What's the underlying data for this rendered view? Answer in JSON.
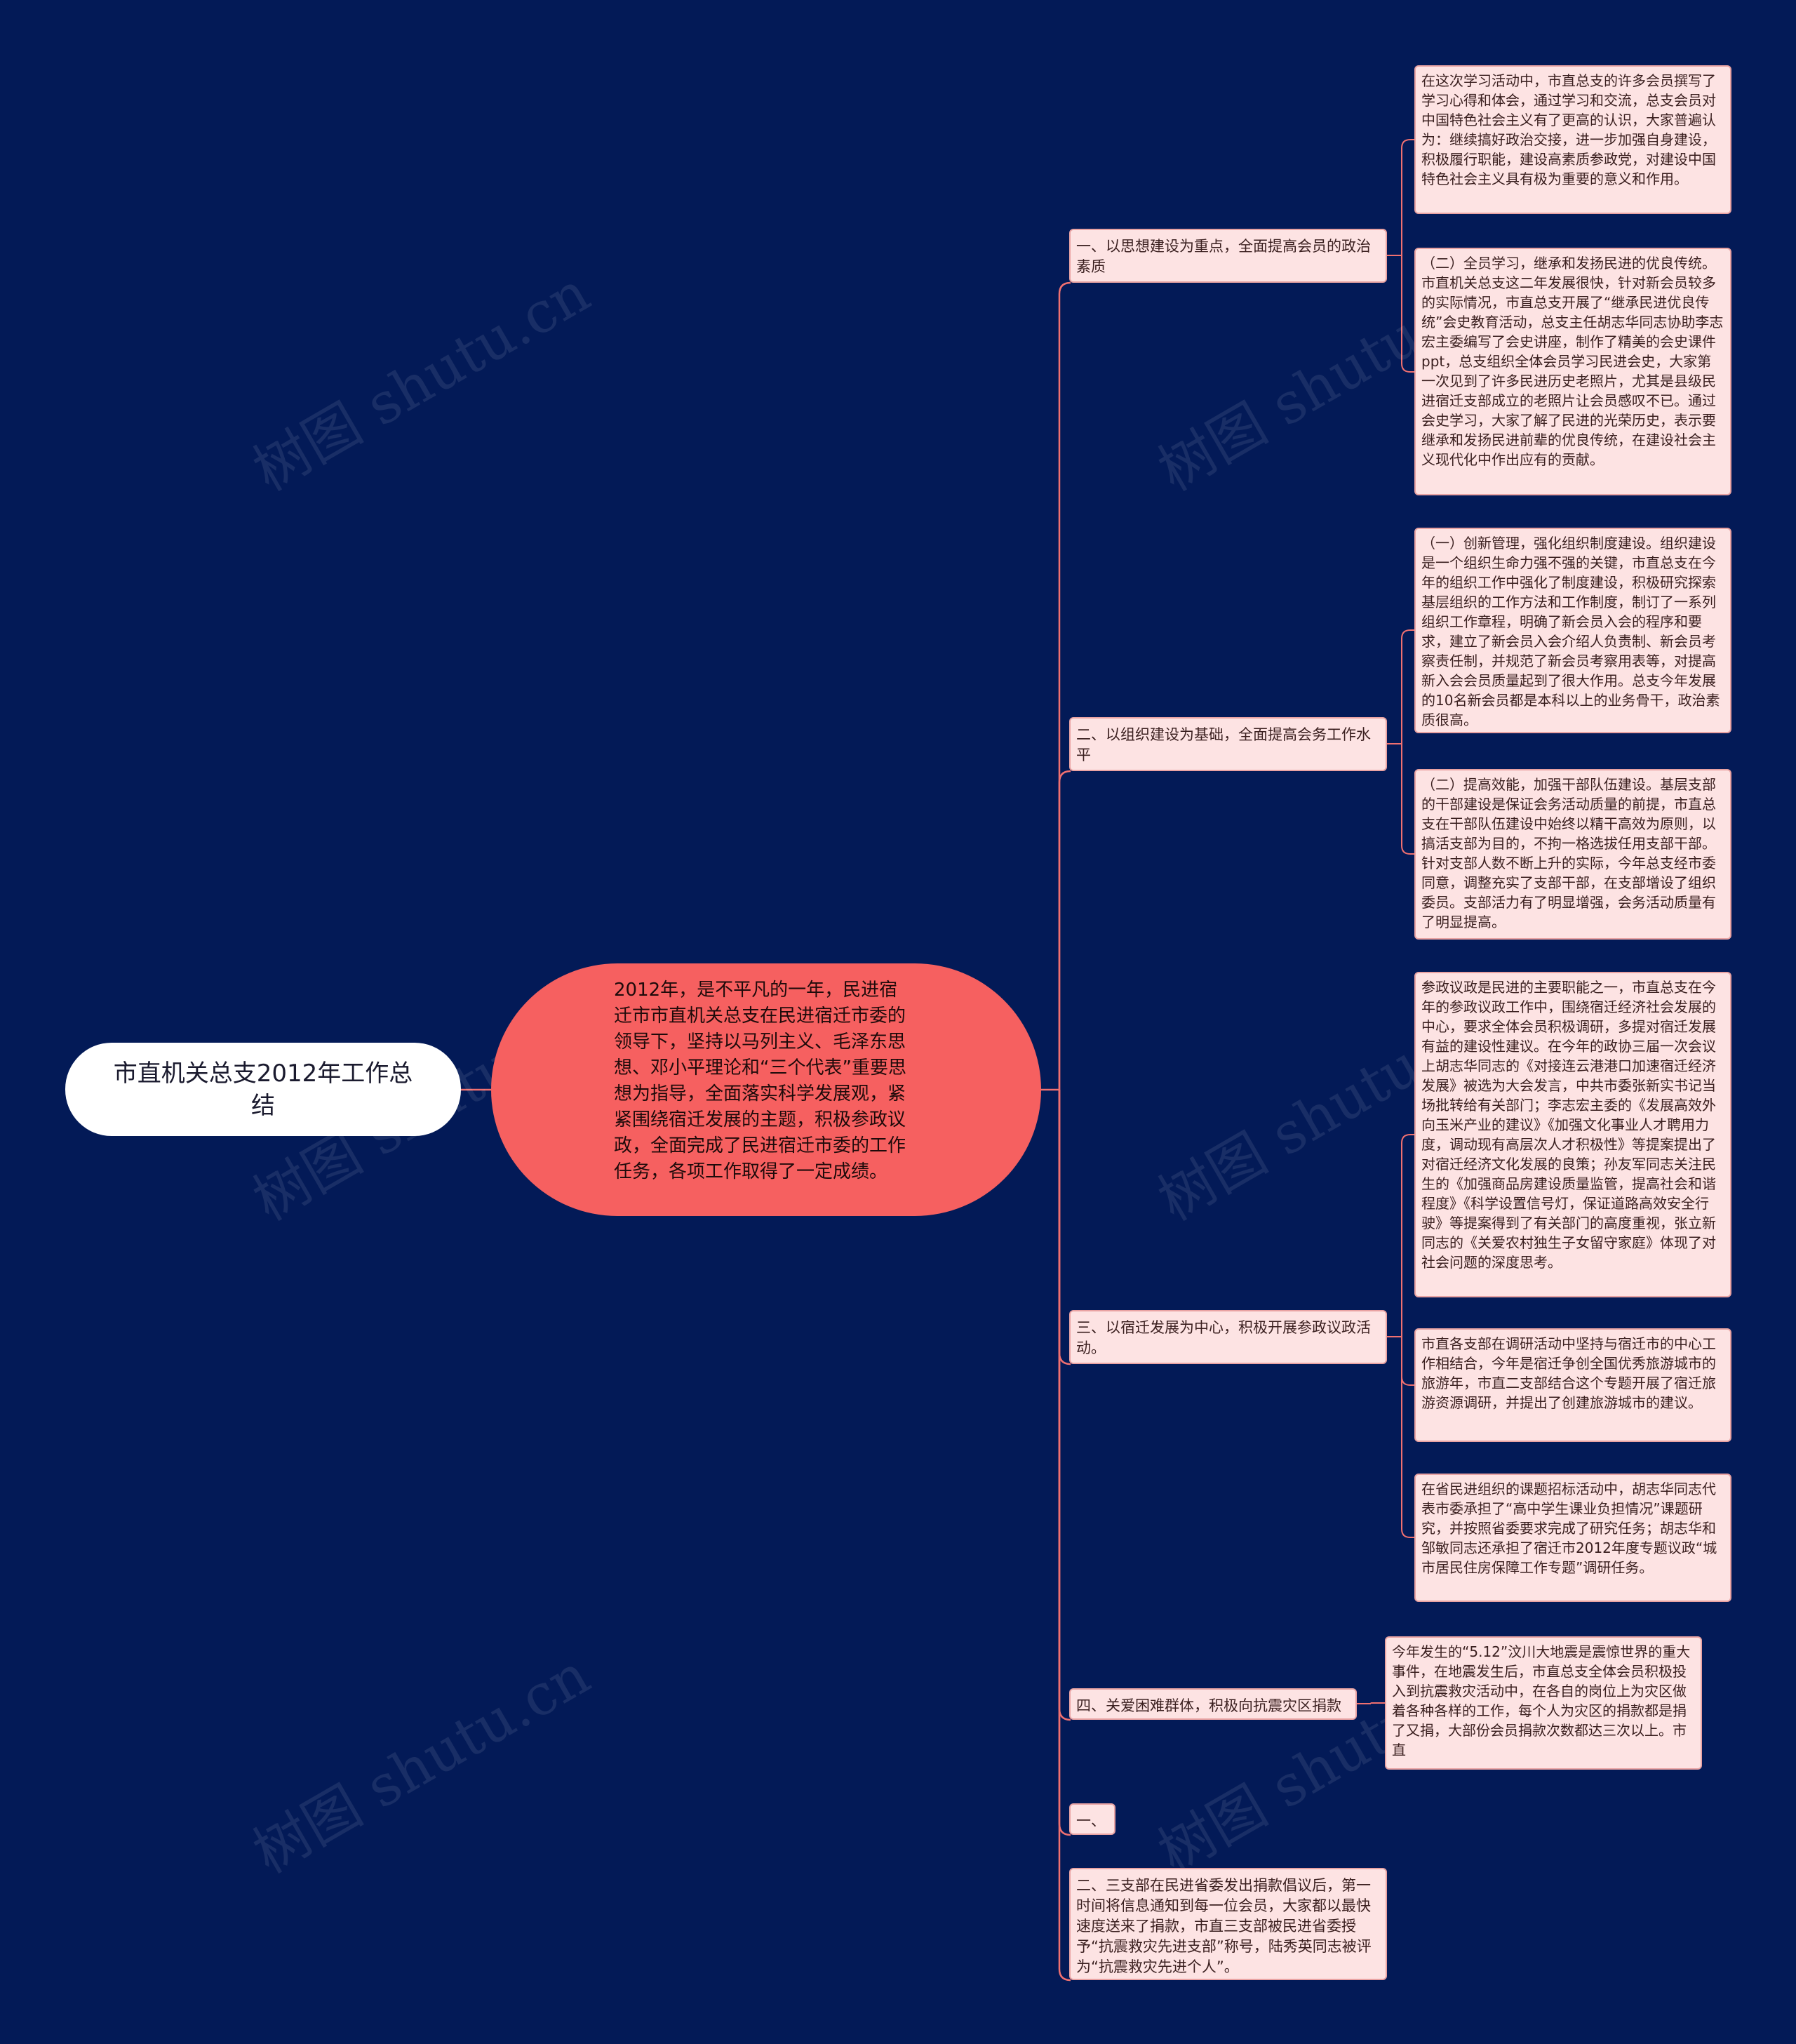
{
  "root": "市直机关总支2012年工作总结",
  "center": "2012年，是不平凡的一年，民进宿迁市市直机关总支在民进宿迁市委的领导下，坚持以马列主义、毛泽东思想、邓小平理论和“三个代表”重要思想为指导，全面落实科学发展观，紧紧围绕宿迁发展的主题，积极参政议政，全面完成了民进宿迁市委的工作任务，各项工作取得了一定成绩。",
  "branches": [
    {
      "label": "一、以思想建设为重点，全面提高会员的政治素质",
      "children": [
        "在这次学习活动中，市直总支的许多会员撰写了学习心得和体会，通过学习和交流，总支会员对中国特色社会主义有了更高的认识，大家普遍认为：继续搞好政治交接，进一步加强自身建设，积极履行职能，建设高素质参政党，对建设中国特色社会主义具有极为重要的意义和作用。",
        "（二）全员学习，继承和发扬民进的优良传统。市直机关总支这二年发展很快，针对新会员较多的实际情况，市直总支开展了“继承民进优良传统”会史教育活动，总支主任胡志华同志协助李志宏主委编写了会史讲座，制作了精美的会史课件ppt，总支组织全体会员学习民进会史，大家第一次见到了许多民进历史老照片，尤其是县级民进宿迁支部成立的老照片让会员感叹不已。通过会史学习，大家了解了民进的光荣历史，表示要继承和发扬民进前辈的优良传统，在建设社会主义现代化中作出应有的贡献。"
      ]
    },
    {
      "label": "二、以组织建设为基础，全面提高会务工作水平",
      "children": [
        "（一）创新管理，强化组织制度建设。组织建设是一个组织生命力强不强的关键，市直总支在今年的组织工作中强化了制度建设，积极研究探索基层组织的工作方法和工作制度，制订了一系列组织工作章程，明确了新会员入会的程序和要求，建立了新会员入会介绍人负责制、新会员考察责任制，并规范了新会员考察用表等，对提高新入会会员质量起到了很大作用。总支今年发展的10名新会员都是本科以上的业务骨干，政治素质很高。",
        "（二）提高效能，加强干部队伍建设。基层支部的干部建设是保证会务活动质量的前提，市直总支在干部队伍建设中始终以精干高效为原则，以搞活支部为目的，不拘一格选拔任用支部干部。针对支部人数不断上升的实际，今年总支经市委同意，调整充实了支部干部，在支部增设了组织委员。支部活力有了明显增强，会务活动质量有了明显提高。"
      ]
    },
    {
      "label": "三、以宿迁发展为中心，积极开展参政议政活动。",
      "children": [
        "参政议政是民进的主要职能之一，市直总支在今年的参政议政工作中，围绕宿迁经济社会发展的中心，要求全体会员积极调研，多提对宿迁发展有益的建设性建议。在今年的政协三届一次会议上胡志华同志的《对接连云港港口加速宿迁经济发展》被选为大会发言，中共市委张新实书记当场批转给有关部门；李志宏主委的《发展高效外向玉米产业的建议》《加强文化事业人才聘用力度，调动现有高层次人才积极性》等提案提出了对宿迁经济文化发展的良策；孙友军同志关注民生的《加强商品房建设质量监管，提高社会和谐程度》《科学设置信号灯，保证道路高效安全行驶》等提案得到了有关部门的高度重视，张立新同志的《关爱农村独生子女留守家庭》体现了对社会问题的深度思考。",
        "市直各支部在调研活动中坚持与宿迁市的中心工作相结合，今年是宿迁争创全国优秀旅游城市的旅游年，市直二支部结合这个专题开展了宿迁旅游资源调研，并提出了创建旅游城市的建议。",
        "在省民进组织的课题招标活动中，胡志华同志代表市委承担了“高中学生课业负担情况”课题研究，并按照省委要求完成了研究任务；胡志华和邹敏同志还承担了宿迁市2012年度专题议政“城市居民住房保障工作专题”调研任务。"
      ]
    },
    {
      "label": "四、关爱困难群体，积极向抗震灾区捐款",
      "children": [
        "今年发生的“5.12”汶川大地震是震惊世界的重大事件，在地震发生后，市直总支全体会员积极投入到抗震救灾活动中，在各自的岗位上为灾区做着各种各样的工作，每个人为灾区的捐款都是捐了又捐，大部份会员捐款次数都达三次以上。市直"
      ]
    },
    {
      "label": "一、",
      "children": []
    },
    {
      "label": "二、三支部在民进省委发出捐款倡议后，第一时间将信息通知到每一位会员，大家都以最快速度送来了捐款，市直三支部被民进省委授予“抗震救灾先进支部”称号，陆秀英同志被评为“抗震救灾先进个人”。",
      "children": []
    }
  ],
  "watermark": "树图 shutu.cn",
  "colors": {
    "background": "#031a57",
    "center": "#f66060",
    "box": "#fde3e3",
    "link": "#f07070"
  }
}
